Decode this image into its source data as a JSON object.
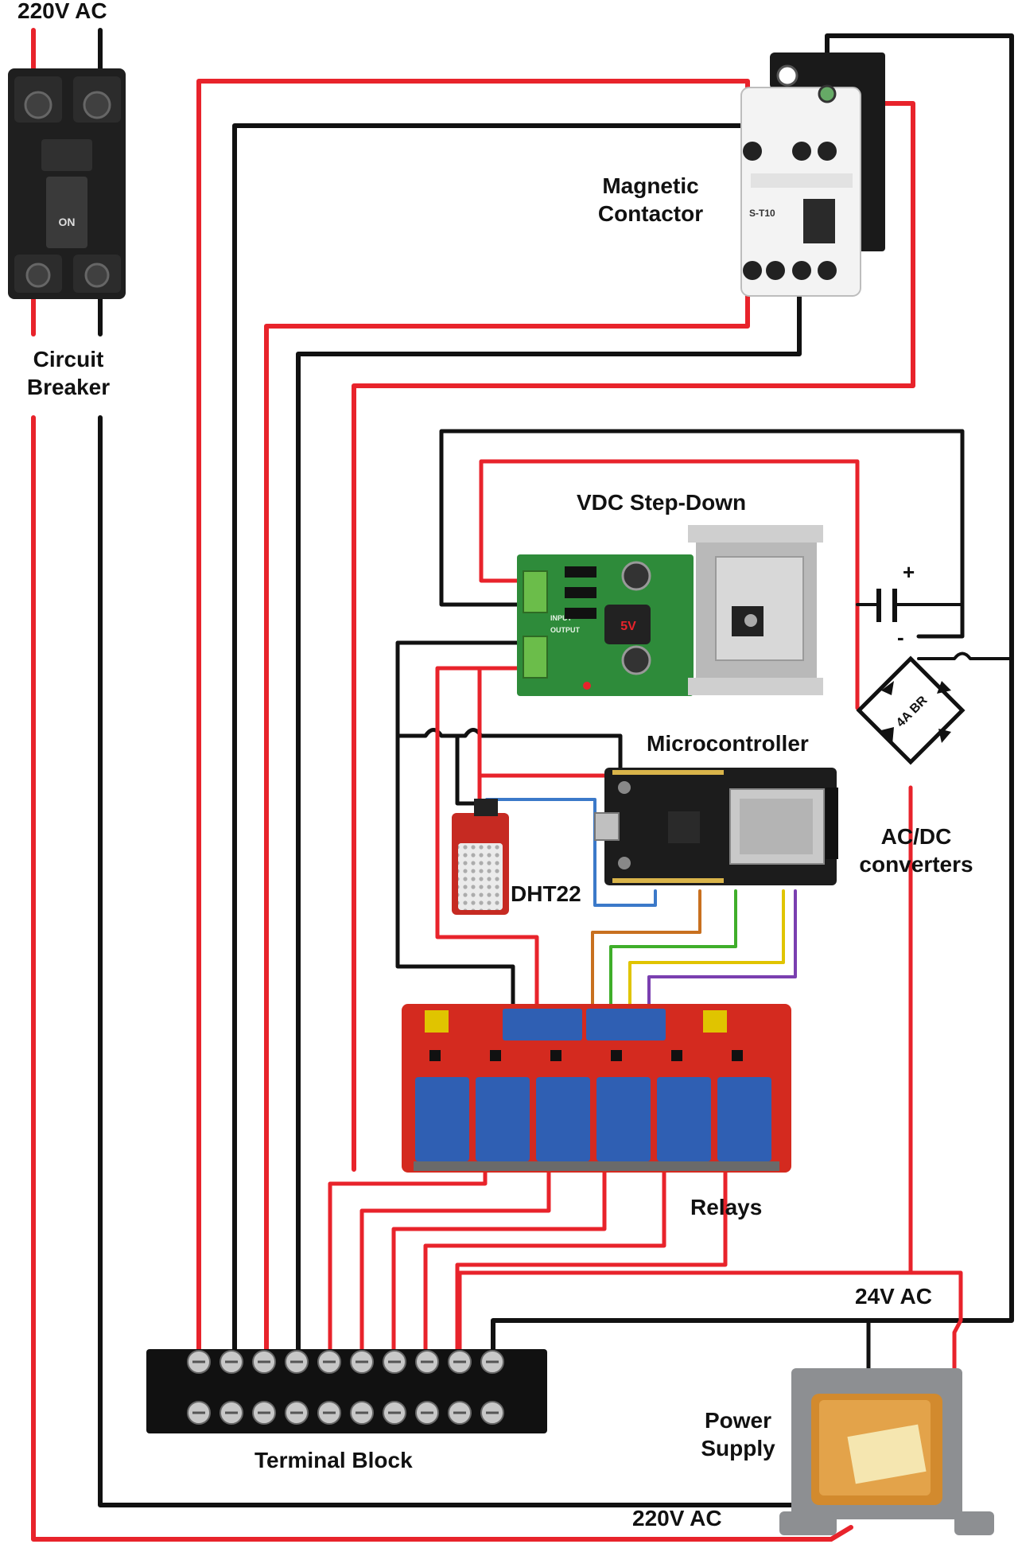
{
  "labels": {
    "ac_in_top": "220V AC",
    "breaker_line1": "Circuit",
    "breaker_line2": "Breaker",
    "contactor_line1": "Magnetic",
    "contactor_line2": "Contactor",
    "stepdown": "VDC Step-Down",
    "microcontroller": "Microcontroller",
    "dht22": "DHT22",
    "acdc_line1": "AC/DC",
    "acdc_line2": "converters",
    "relays": "Relays",
    "terminal_block": "Terminal Block",
    "ac24": "24V AC",
    "psu_line1": "Power",
    "psu_line2": "Supply",
    "ac_bottom": "220V AC",
    "cap_plus": "+",
    "cap_minus": "-",
    "bridge_mark": "4A BR",
    "breaker_on": "ON",
    "stepdown_5v": "5V",
    "stepdown_input": "INPUT",
    "stepdown_output": "OUTPUT",
    "contactor_model": "S-T10"
  },
  "colors": {
    "power_wire": "#e8232b",
    "neutral_wire": "#111111",
    "signal_blue": "#3b79c9",
    "signal_orange": "#c8701f",
    "signal_green": "#3fae2a",
    "signal_yellow": "#e0c400",
    "signal_purple": "#7a3fb0",
    "relay_board": "#d42a1f",
    "relay_cube": "#2f5fb3",
    "pcb_green": "#2e8b3a",
    "heatsink": "#b9b9b9",
    "mcu_board": "#1c1c1c",
    "breaker_body": "#1f1f1f",
    "transformer_core": "#8d8f92",
    "transformer_coil": "#d28a2e"
  },
  "components": [
    {
      "name": "Circuit Breaker",
      "icon": "circuit-breaker-icon"
    },
    {
      "name": "Magnetic Contactor",
      "icon": "contactor-icon"
    },
    {
      "name": "VDC Step-Down",
      "icon": "stepdown-module-icon"
    },
    {
      "name": "Microcontroller",
      "icon": "esp32-board-icon"
    },
    {
      "name": "DHT22",
      "icon": "temperature-sensor-icon"
    },
    {
      "name": "AC/DC converters",
      "icon": "bridge-rectifier-icon"
    },
    {
      "name": "Relays",
      "icon": "relay-board-icon"
    },
    {
      "name": "Terminal Block",
      "icon": "terminal-block-icon"
    },
    {
      "name": "Power Supply",
      "icon": "transformer-icon"
    }
  ],
  "relay_count": 6,
  "terminal_count": 10
}
